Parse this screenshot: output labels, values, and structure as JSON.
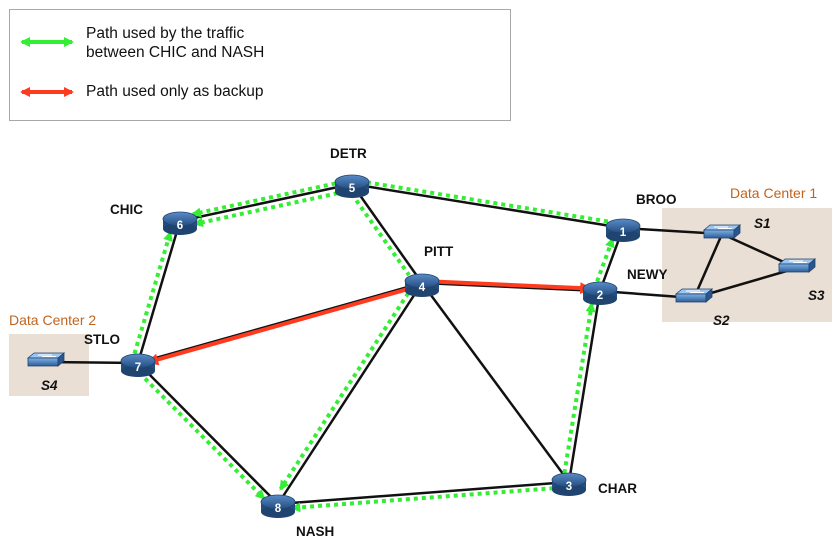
{
  "legend": {
    "items": [
      {
        "text_line1": "Path used by the traffic",
        "text_line2": "between CHIC and NASH",
        "color": "#33ee33"
      },
      {
        "text_line1": "Path used only as backup",
        "text_line2": "",
        "color": "#ff3b1f"
      }
    ]
  },
  "colors": {
    "primary_path": "#33ee33",
    "backup_path": "#ff3b1f",
    "link": "#111111",
    "router_fill": "#2f5f9a",
    "datacenter_bg": "#eadfd4",
    "datacenter_label": "#c0641e"
  },
  "routers": [
    {
      "id": "chic",
      "num": "6",
      "name": "CHIC"
    },
    {
      "id": "detr",
      "num": "5",
      "name": "DETR"
    },
    {
      "id": "broo",
      "num": "1",
      "name": "BROO"
    },
    {
      "id": "pitt",
      "num": "4",
      "name": "PITT"
    },
    {
      "id": "newy",
      "num": "2",
      "name": "NEWY"
    },
    {
      "id": "stlo",
      "num": "7",
      "name": "STLO"
    },
    {
      "id": "char",
      "num": "3",
      "name": "CHAR"
    },
    {
      "id": "nash",
      "num": "8",
      "name": "NASH"
    }
  ],
  "switches": [
    {
      "id": "s1",
      "name": "S1"
    },
    {
      "id": "s2",
      "name": "S2"
    },
    {
      "id": "s3",
      "name": "S3"
    },
    {
      "id": "s4",
      "name": "S4"
    }
  ],
  "datacenters": [
    {
      "id": "dc1",
      "name": "Data Center 1"
    },
    {
      "id": "dc2",
      "name": "Data Center 2"
    }
  ],
  "links": [
    [
      "chic",
      "detr"
    ],
    [
      "detr",
      "broo"
    ],
    [
      "detr",
      "pitt"
    ],
    [
      "chic",
      "stlo"
    ],
    [
      "stlo",
      "pitt"
    ],
    [
      "stlo",
      "nash"
    ],
    [
      "pitt",
      "newy"
    ],
    [
      "pitt",
      "nash"
    ],
    [
      "pitt",
      "char"
    ],
    [
      "broo",
      "newy"
    ],
    [
      "newy",
      "char"
    ],
    [
      "nash",
      "char"
    ],
    [
      "broo",
      "s1"
    ],
    [
      "newy",
      "s2"
    ],
    [
      "s1",
      "s2"
    ],
    [
      "s1",
      "s3"
    ],
    [
      "s2",
      "s3"
    ],
    [
      "stlo",
      "s4"
    ]
  ],
  "primary_paths": [
    {
      "from": "detr",
      "to": "chic",
      "arrow": "end"
    },
    {
      "from": "detr",
      "to": "chic",
      "arrow": "end"
    },
    {
      "from": "broo",
      "to": "detr",
      "arrow": "none"
    },
    {
      "from": "newy",
      "to": "broo",
      "arrow": "end"
    },
    {
      "from": "char",
      "to": "newy",
      "arrow": "end"
    },
    {
      "from": "char",
      "to": "nash",
      "arrow": "end"
    },
    {
      "from": "pitt",
      "to": "nash",
      "arrow": "end"
    },
    {
      "from": "detr",
      "to": "pitt",
      "arrow": "none"
    },
    {
      "from": "stlo",
      "to": "chic",
      "arrow": "end"
    },
    {
      "from": "stlo",
      "to": "nash",
      "arrow": "end"
    }
  ],
  "backup_paths": [
    {
      "from": "pitt",
      "to": "stlo",
      "arrow": "end"
    },
    {
      "from": "pitt",
      "to": "newy",
      "arrow": "end"
    }
  ]
}
